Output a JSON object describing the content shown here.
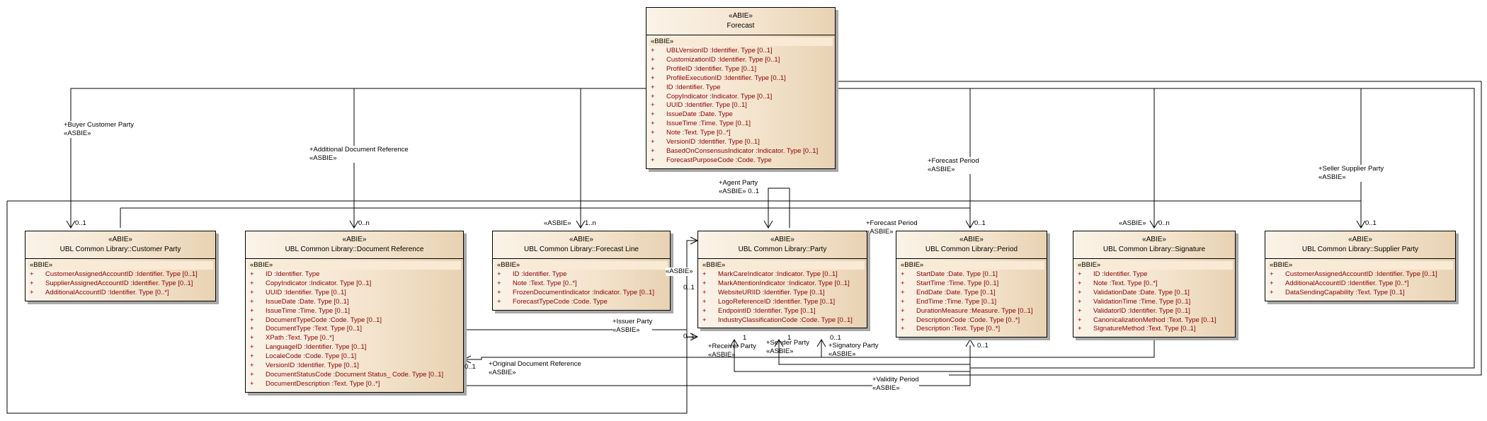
{
  "diagram": {
    "classes": {
      "forecast": {
        "stereotype": "«ABIE»",
        "name": "Forecast",
        "attr_stereotype": "«BBIE»",
        "attributes": [
          {
            "vis": "+",
            "text": "UBLVersionID  :Identifier. Type [0..1]"
          },
          {
            "vis": "+",
            "text": "CustomizationID  :Identifier. Type [0..1]"
          },
          {
            "vis": "+",
            "text": "ProfileID  :Identifier. Type [0..1]"
          },
          {
            "vis": "+",
            "text": "ProfileExecutionID  :Identifier. Type [0..1]"
          },
          {
            "vis": "+",
            "text": "ID  :Identifier. Type"
          },
          {
            "vis": "+",
            "text": "CopyIndicator  :Indicator. Type [0..1]"
          },
          {
            "vis": "+",
            "text": "UUID  :Identifier. Type [0..1]"
          },
          {
            "vis": "+",
            "text": "IssueDate  :Date. Type"
          },
          {
            "vis": "+",
            "text": "IssueTime  :Time. Type [0..1]"
          },
          {
            "vis": "+",
            "text": "Note  :Text. Type [0..*]"
          },
          {
            "vis": "+",
            "text": "VersionID  :Identifier. Type [0..1]"
          },
          {
            "vis": "+",
            "text": "BasedOnConsensusIndicator  :Indicator. Type [0..1]"
          },
          {
            "vis": "+",
            "text": "ForecastPurposeCode  :Code. Type"
          }
        ]
      },
      "customer_party": {
        "stereotype": "«ABIE»",
        "name": "UBL Common Library::Customer Party",
        "attr_stereotype": "«BBIE»",
        "attributes": [
          {
            "vis": "+",
            "text": "CustomerAssignedAccountID  :Identifier. Type [0..1]"
          },
          {
            "vis": "+",
            "text": "SupplierAssignedAccountID  :Identifier. Type [0..1]"
          },
          {
            "vis": "+",
            "text": "AdditionalAccountID  :Identifier. Type [0..*]"
          }
        ]
      },
      "document_reference": {
        "stereotype": "«ABIE»",
        "name": "UBL Common Library::Document Reference",
        "attr_stereotype": "«BBIE»",
        "attributes": [
          {
            "vis": "+",
            "text": "ID  :Identifier. Type"
          },
          {
            "vis": "+",
            "text": "CopyIndicator  :Indicator. Type [0..1]"
          },
          {
            "vis": "+",
            "text": "UUID  :Identifier. Type [0..1]"
          },
          {
            "vis": "+",
            "text": "IssueDate  :Date. Type [0..1]"
          },
          {
            "vis": "+",
            "text": "IssueTime  :Time. Type [0..1]"
          },
          {
            "vis": "+",
            "text": "DocumentTypeCode  :Code. Type [0..1]"
          },
          {
            "vis": "+",
            "text": "DocumentType  :Text. Type [0..1]"
          },
          {
            "vis": "+",
            "text": "XPath  :Text. Type [0..*]"
          },
          {
            "vis": "+",
            "text": "LanguageID  :Identifier. Type [0..1]"
          },
          {
            "vis": "+",
            "text": "LocaleCode  :Code. Type [0..1]"
          },
          {
            "vis": "+",
            "text": "VersionID  :Identifier. Type [0..1]"
          },
          {
            "vis": "+",
            "text": "DocumentStatusCode  :Document Status_ Code. Type [0..1]"
          },
          {
            "vis": "+",
            "text": "DocumentDescription  :Text. Type [0..*]"
          }
        ]
      },
      "forecast_line": {
        "stereotype": "«ABIE»",
        "name": "UBL Common Library::Forecast Line",
        "attr_stereotype": "«BBIE»",
        "attributes": [
          {
            "vis": "+",
            "text": "ID  :Identifier. Type"
          },
          {
            "vis": "+",
            "text": "Note  :Text. Type [0..*]"
          },
          {
            "vis": "+",
            "text": "FrozenDocumentIndicator  :Indicator. Type [0..1]"
          },
          {
            "vis": "+",
            "text": "ForecastTypeCode  :Code. Type"
          }
        ]
      },
      "party": {
        "stereotype": "«ABIE»",
        "name": "UBL Common Library::Party",
        "attr_stereotype": "«BBIE»",
        "attributes": [
          {
            "vis": "+",
            "text": "MarkCareIndicator  :Indicator. Type [0..1]"
          },
          {
            "vis": "+",
            "text": "MarkAttentionIndicator  :Indicator. Type [0..1]"
          },
          {
            "vis": "+",
            "text": "WebsiteURIID  :Identifier. Type [0..1]"
          },
          {
            "vis": "+",
            "text": "LogoReferenceID  :Identifier. Type [0..1]"
          },
          {
            "vis": "+",
            "text": "EndpointID  :Identifier. Type [0..1]"
          },
          {
            "vis": "+",
            "text": "IndustryClassificationCode  :Code. Type [0..1]"
          }
        ]
      },
      "period": {
        "stereotype": "«ABIE»",
        "name": "UBL Common Library::Period",
        "attr_stereotype": "«BBIE»",
        "attributes": [
          {
            "vis": "+",
            "text": "StartDate  :Date. Type [0..1]"
          },
          {
            "vis": "+",
            "text": "StartTime  :Time. Type [0..1]"
          },
          {
            "vis": "+",
            "text": "EndDate  :Date. Type [0..1]"
          },
          {
            "vis": "+",
            "text": "EndTime  :Time. Type [0..1]"
          },
          {
            "vis": "+",
            "text": "DurationMeasure  :Measure. Type [0..1]"
          },
          {
            "vis": "+",
            "text": "DescriptionCode  :Code. Type [0..*]"
          },
          {
            "vis": "+",
            "text": "Description  :Text. Type [0..*]"
          }
        ]
      },
      "signature": {
        "stereotype": "«ABIE»",
        "name": "UBL Common Library::Signature",
        "attr_stereotype": "«BBIE»",
        "attributes": [
          {
            "vis": "+",
            "text": "ID  :Identifier. Type"
          },
          {
            "vis": "+",
            "text": "Note  :Text. Type [0..*]"
          },
          {
            "vis": "+",
            "text": "ValidationDate  :Date. Type [0..1]"
          },
          {
            "vis": "+",
            "text": "ValidationTime  :Time. Type [0..1]"
          },
          {
            "vis": "+",
            "text": "ValidatorID  :Identifier. Type [0..1]"
          },
          {
            "vis": "+",
            "text": "CanonicalizationMethod  :Text. Type [0..1]"
          },
          {
            "vis": "+",
            "text": "SignatureMethod  :Text. Type [0..1]"
          }
        ]
      },
      "supplier_party": {
        "stereotype": "«ABIE»",
        "name": "UBL Common Library::Supplier Party",
        "attr_stereotype": "«BBIE»",
        "attributes": [
          {
            "vis": "+",
            "text": "CustomerAssignedAccountID  :Identifier. Type [0..1]"
          },
          {
            "vis": "+",
            "text": "AdditionalAccountID  :Identifier. Type [0..*]"
          },
          {
            "vis": "+",
            "text": "DataSendingCapability  :Text. Type [0..1]"
          }
        ]
      }
    },
    "labels": {
      "buyer_customer_party": "+Buyer Customer Party",
      "additional_document_reference": "+Additional Document Reference",
      "agent_party": "+Agent Party",
      "forecast_period_top": "+Forecast Period",
      "forecast_period_side": "+Forecast Period",
      "seller_supplier_party": "+Seller Supplier Party",
      "issuer_party": "+Issuer Party",
      "original_document_reference": "+Original Document Reference",
      "receiver_party": "+Receiver Party",
      "sender_party": "+Sender Party",
      "signatory_party": "+Signatory Party",
      "validity_period": "+Validity Period",
      "asbie": "«ASBIE»",
      "asbie_agent": "«ASBIE» 0..1"
    },
    "multiplicities": {
      "customer_party": "0..1",
      "document_reference": "0..n",
      "forecast_line": "1..n",
      "period_top": "0..1",
      "signature": "0..n",
      "supplier_party": "0..1",
      "party_left_upper": "0..1",
      "party_left_lower": "0..1",
      "receiver": "1",
      "sender": "1",
      "signatory": "0..1",
      "validity": "0..1",
      "original_doc": "0..1"
    }
  }
}
